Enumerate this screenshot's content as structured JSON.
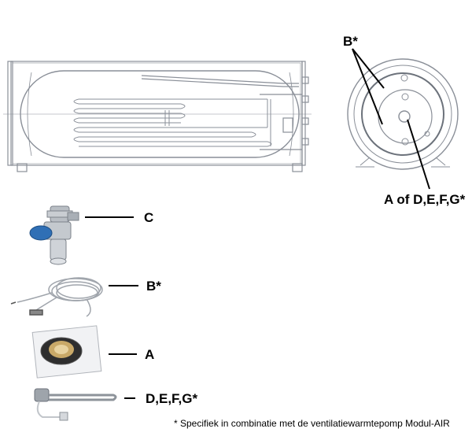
{
  "callouts": {
    "b_star_top": "B*",
    "a_or_defg": "A of D,E,F,G*"
  },
  "parts": [
    {
      "id": "c",
      "label": "C"
    },
    {
      "id": "b",
      "label": "B*"
    },
    {
      "id": "a",
      "label": "A"
    },
    {
      "id": "defg",
      "label": "D,E,F,G*"
    }
  ],
  "footnote": "* Specifiek in combinatie met de ventilatiewarmtepomp Modul-AIR",
  "colors": {
    "line": "#000000",
    "drawing": "#8a8f98",
    "valve_blue": "#2f6fb5",
    "metal": "#b9bec4"
  }
}
